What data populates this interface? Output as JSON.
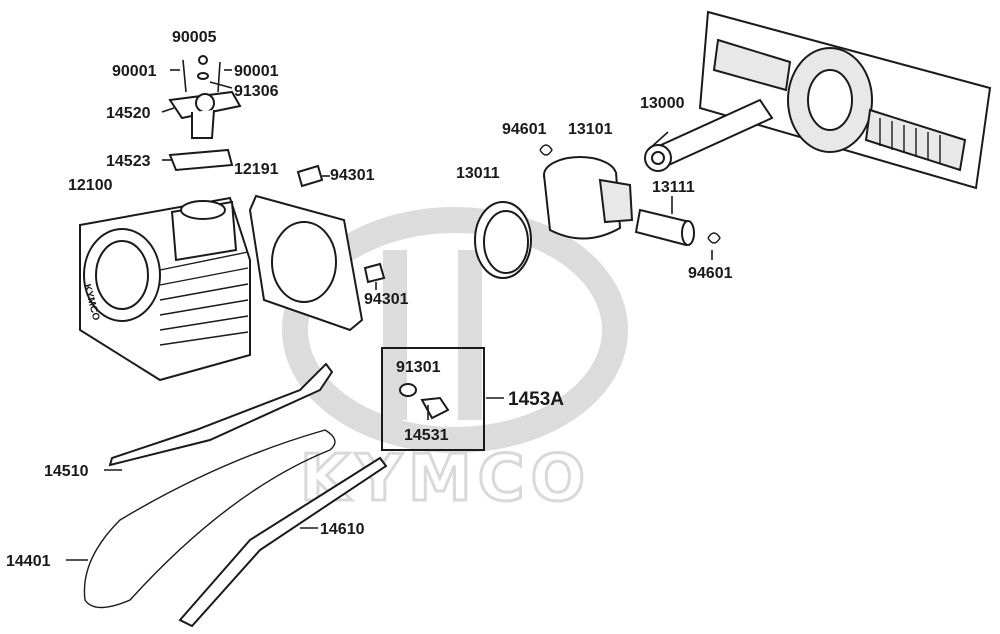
{
  "watermark": {
    "brand": "KYMCO"
  },
  "cylinder_stamp": "KYMCO",
  "labels": {
    "p90005": "90005",
    "p90001a": "90001",
    "p90001b": "90001",
    "p91306": "91306",
    "p14520": "14520",
    "p14523": "14523",
    "p12100": "12100",
    "p12191": "12191",
    "p94301a": "94301",
    "p94301b": "94301",
    "p94601a": "94601",
    "p13101": "13101",
    "p13011": "13011",
    "p13000": "13000",
    "p13111": "13111",
    "p94601b": "94601",
    "p91301": "91301",
    "p14531": "14531",
    "p1453A": "1453A",
    "p14510": "14510",
    "p14610": "14610",
    "p14401": "14401"
  },
  "colors": {
    "line": "#1a1a1a",
    "watermark": "#d9d9d9",
    "fill": "#e8e8e8"
  }
}
